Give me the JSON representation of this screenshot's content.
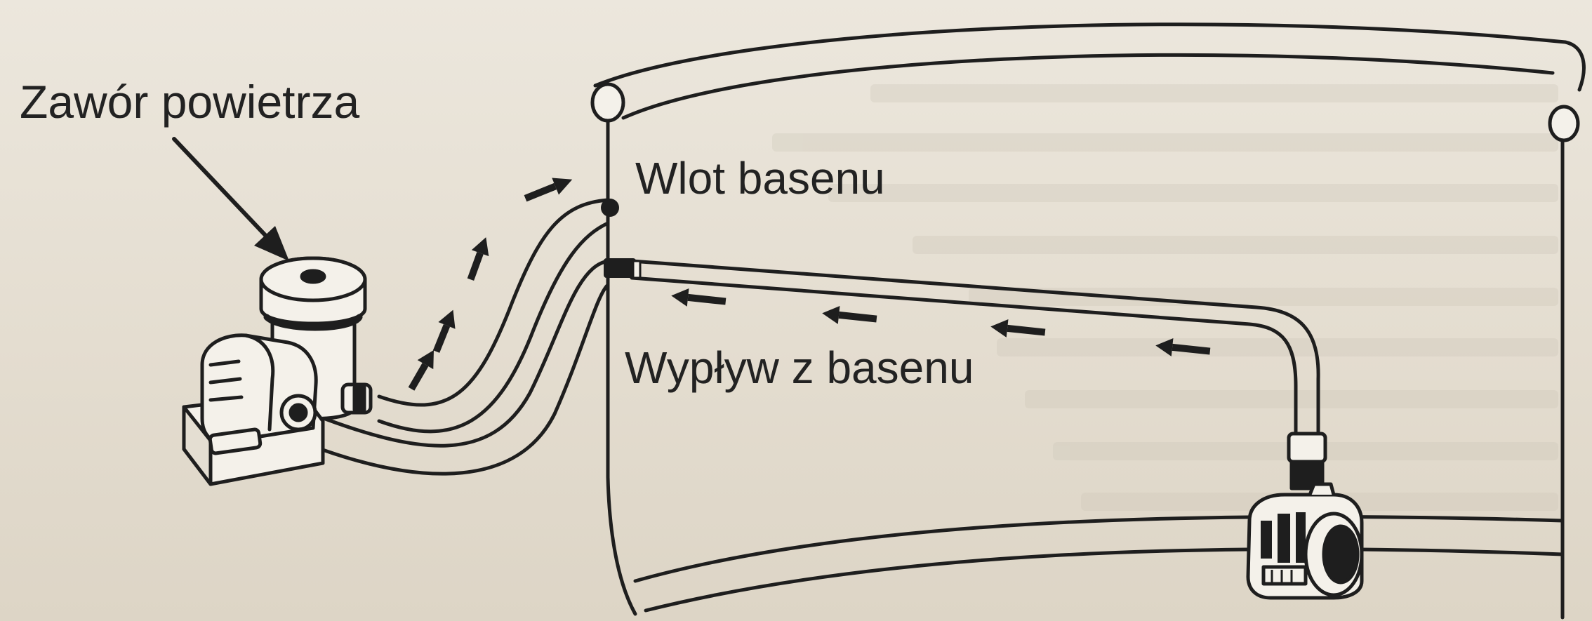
{
  "labels": {
    "air_valve": "Zawór powietrza",
    "pool_inlet": "Wlot basenu",
    "pool_outlet": "Wypływ z basenu"
  },
  "colors": {
    "background": "#e8e2d6",
    "line": "#1e1e1e",
    "fill": "#f4f1ea",
    "ghost_text": "#cfc8ba"
  },
  "icons": {
    "pump": "filter-pump-icon",
    "skimmer": "pool-skimmer-icon",
    "arrows": "flow-arrow-icon"
  }
}
